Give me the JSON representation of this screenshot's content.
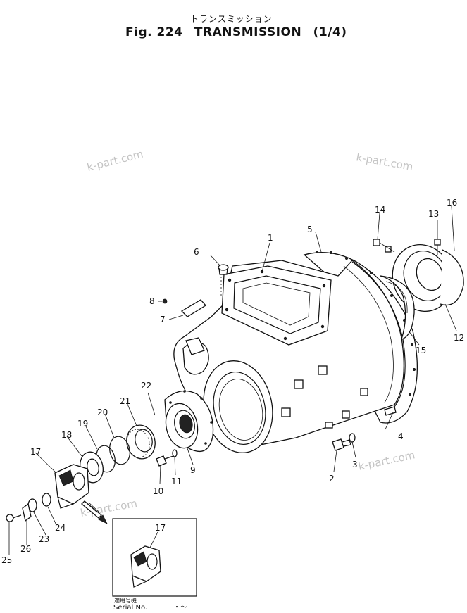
{
  "header": {
    "japanese_title": "トランスミッション",
    "fig_label": "Fig. 224",
    "title": "TRANSMISSION",
    "sheet": "(1/4)"
  },
  "watermark": "k-part.com",
  "inset": {
    "part_number": "17",
    "serial_jp": "適用号機",
    "serial_label": "Serial No.",
    "serial_range": "・～"
  },
  "callouts": [
    "1",
    "2",
    "3",
    "4",
    "5",
    "6",
    "7",
    "8",
    "9",
    "10",
    "11",
    "12",
    "13",
    "14",
    "15",
    "16",
    "17",
    "18",
    "19",
    "20",
    "21",
    "22",
    "23",
    "24",
    "25",
    "26"
  ]
}
